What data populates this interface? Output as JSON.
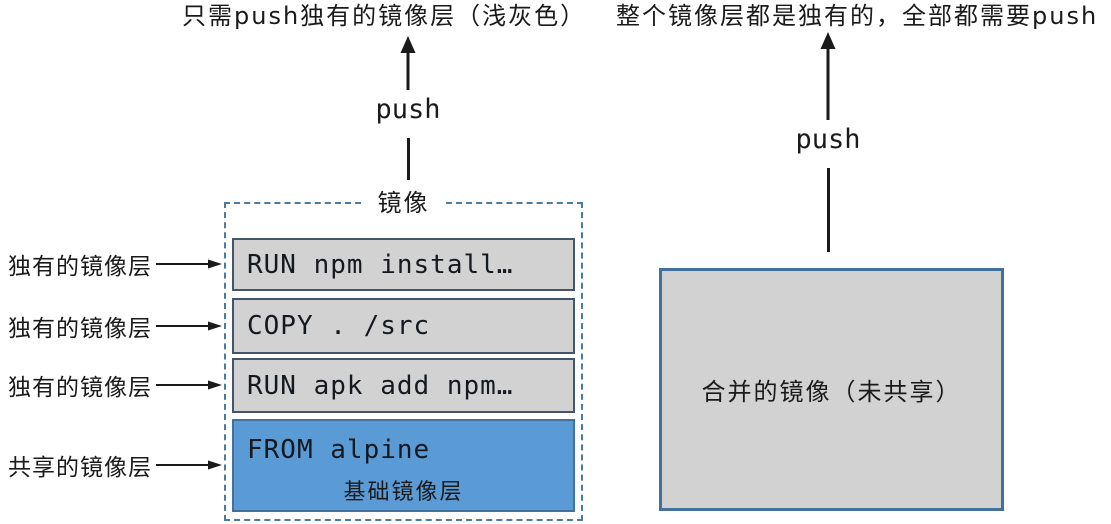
{
  "captions": {
    "left": "只需push独有的镜像层（浅灰色）",
    "right": "整个镜像层都是独有的，全部都需要push"
  },
  "left_diagram": {
    "push_label": "push",
    "box_title": "镜像",
    "layers": [
      {
        "code": "RUN npm install…"
      },
      {
        "code": "COPY . /src"
      },
      {
        "code": "RUN apk add npm…"
      },
      {
        "code": "FROM alpine",
        "sublabel": "基础镜像层"
      }
    ],
    "row_labels": [
      "独有的镜像层",
      "独有的镜像层",
      "独有的镜像层",
      "共享的镜像层"
    ]
  },
  "right_diagram": {
    "push_label": "push",
    "box_label": "合并的镜像（未共享）"
  },
  "colors": {
    "layer_gray_fill": "#d2d2d2",
    "layer_gray_border": "#44546a",
    "shared_blue_fill": "#5b9bd5",
    "shared_blue_border": "#41719c",
    "dashed_border": "#4a7aa0",
    "merged_box_border": "#41719c",
    "arrow_black": "#1a1a1a"
  }
}
